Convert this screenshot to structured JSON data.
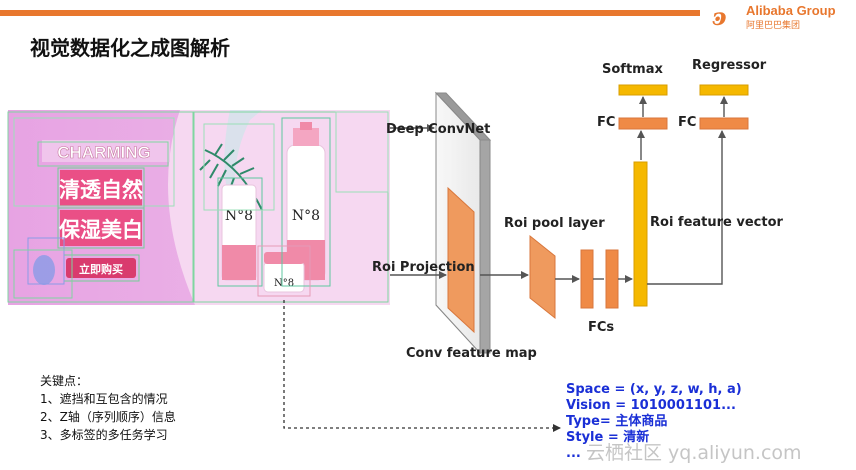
{
  "header": {
    "title": "视觉数据化之成图解析",
    "logo_en": "Alibaba Group",
    "logo_cn": "阿里巴巴集团",
    "accent_color": "#e8772e"
  },
  "ad_image": {
    "brand_text": "CHARMING",
    "line1": "清透自然",
    "line2": "保湿美白",
    "button_text": "立即购买",
    "product_label": "N°8",
    "product_color": "#f08aa8",
    "background_color": "#e9a8e6"
  },
  "diagram": {
    "deep_convnet": "Deep ConvNet",
    "roi_projection": "Roi Projection",
    "conv_feature_map": "Conv feature map",
    "roi_pool_layer": "Roi pool layer",
    "fcs": "FCs",
    "roi_feature_vector": "Roi feature vector",
    "softmax": "Softmax",
    "regressor": "Regressor",
    "fc_left": "FC",
    "fc_right": "FC",
    "fc_color": "#e8772e",
    "output_color": "#f5b800"
  },
  "key_points": {
    "heading": "关键点：",
    "items": [
      "1、遮挡和互包含的情况",
      "2、Z轴（序列顺序）信息",
      "3、多标签的多任务学习"
    ]
  },
  "attributes": {
    "lines": [
      "Space = (x, y, z, w, h, a)",
      "Vision = 1010001101...",
      "Type= 主体商品",
      "Style = 清新",
      "..."
    ],
    "text_color": "#1a2fd6"
  },
  "watermark": "云栖社区 yq.aliyun.com"
}
